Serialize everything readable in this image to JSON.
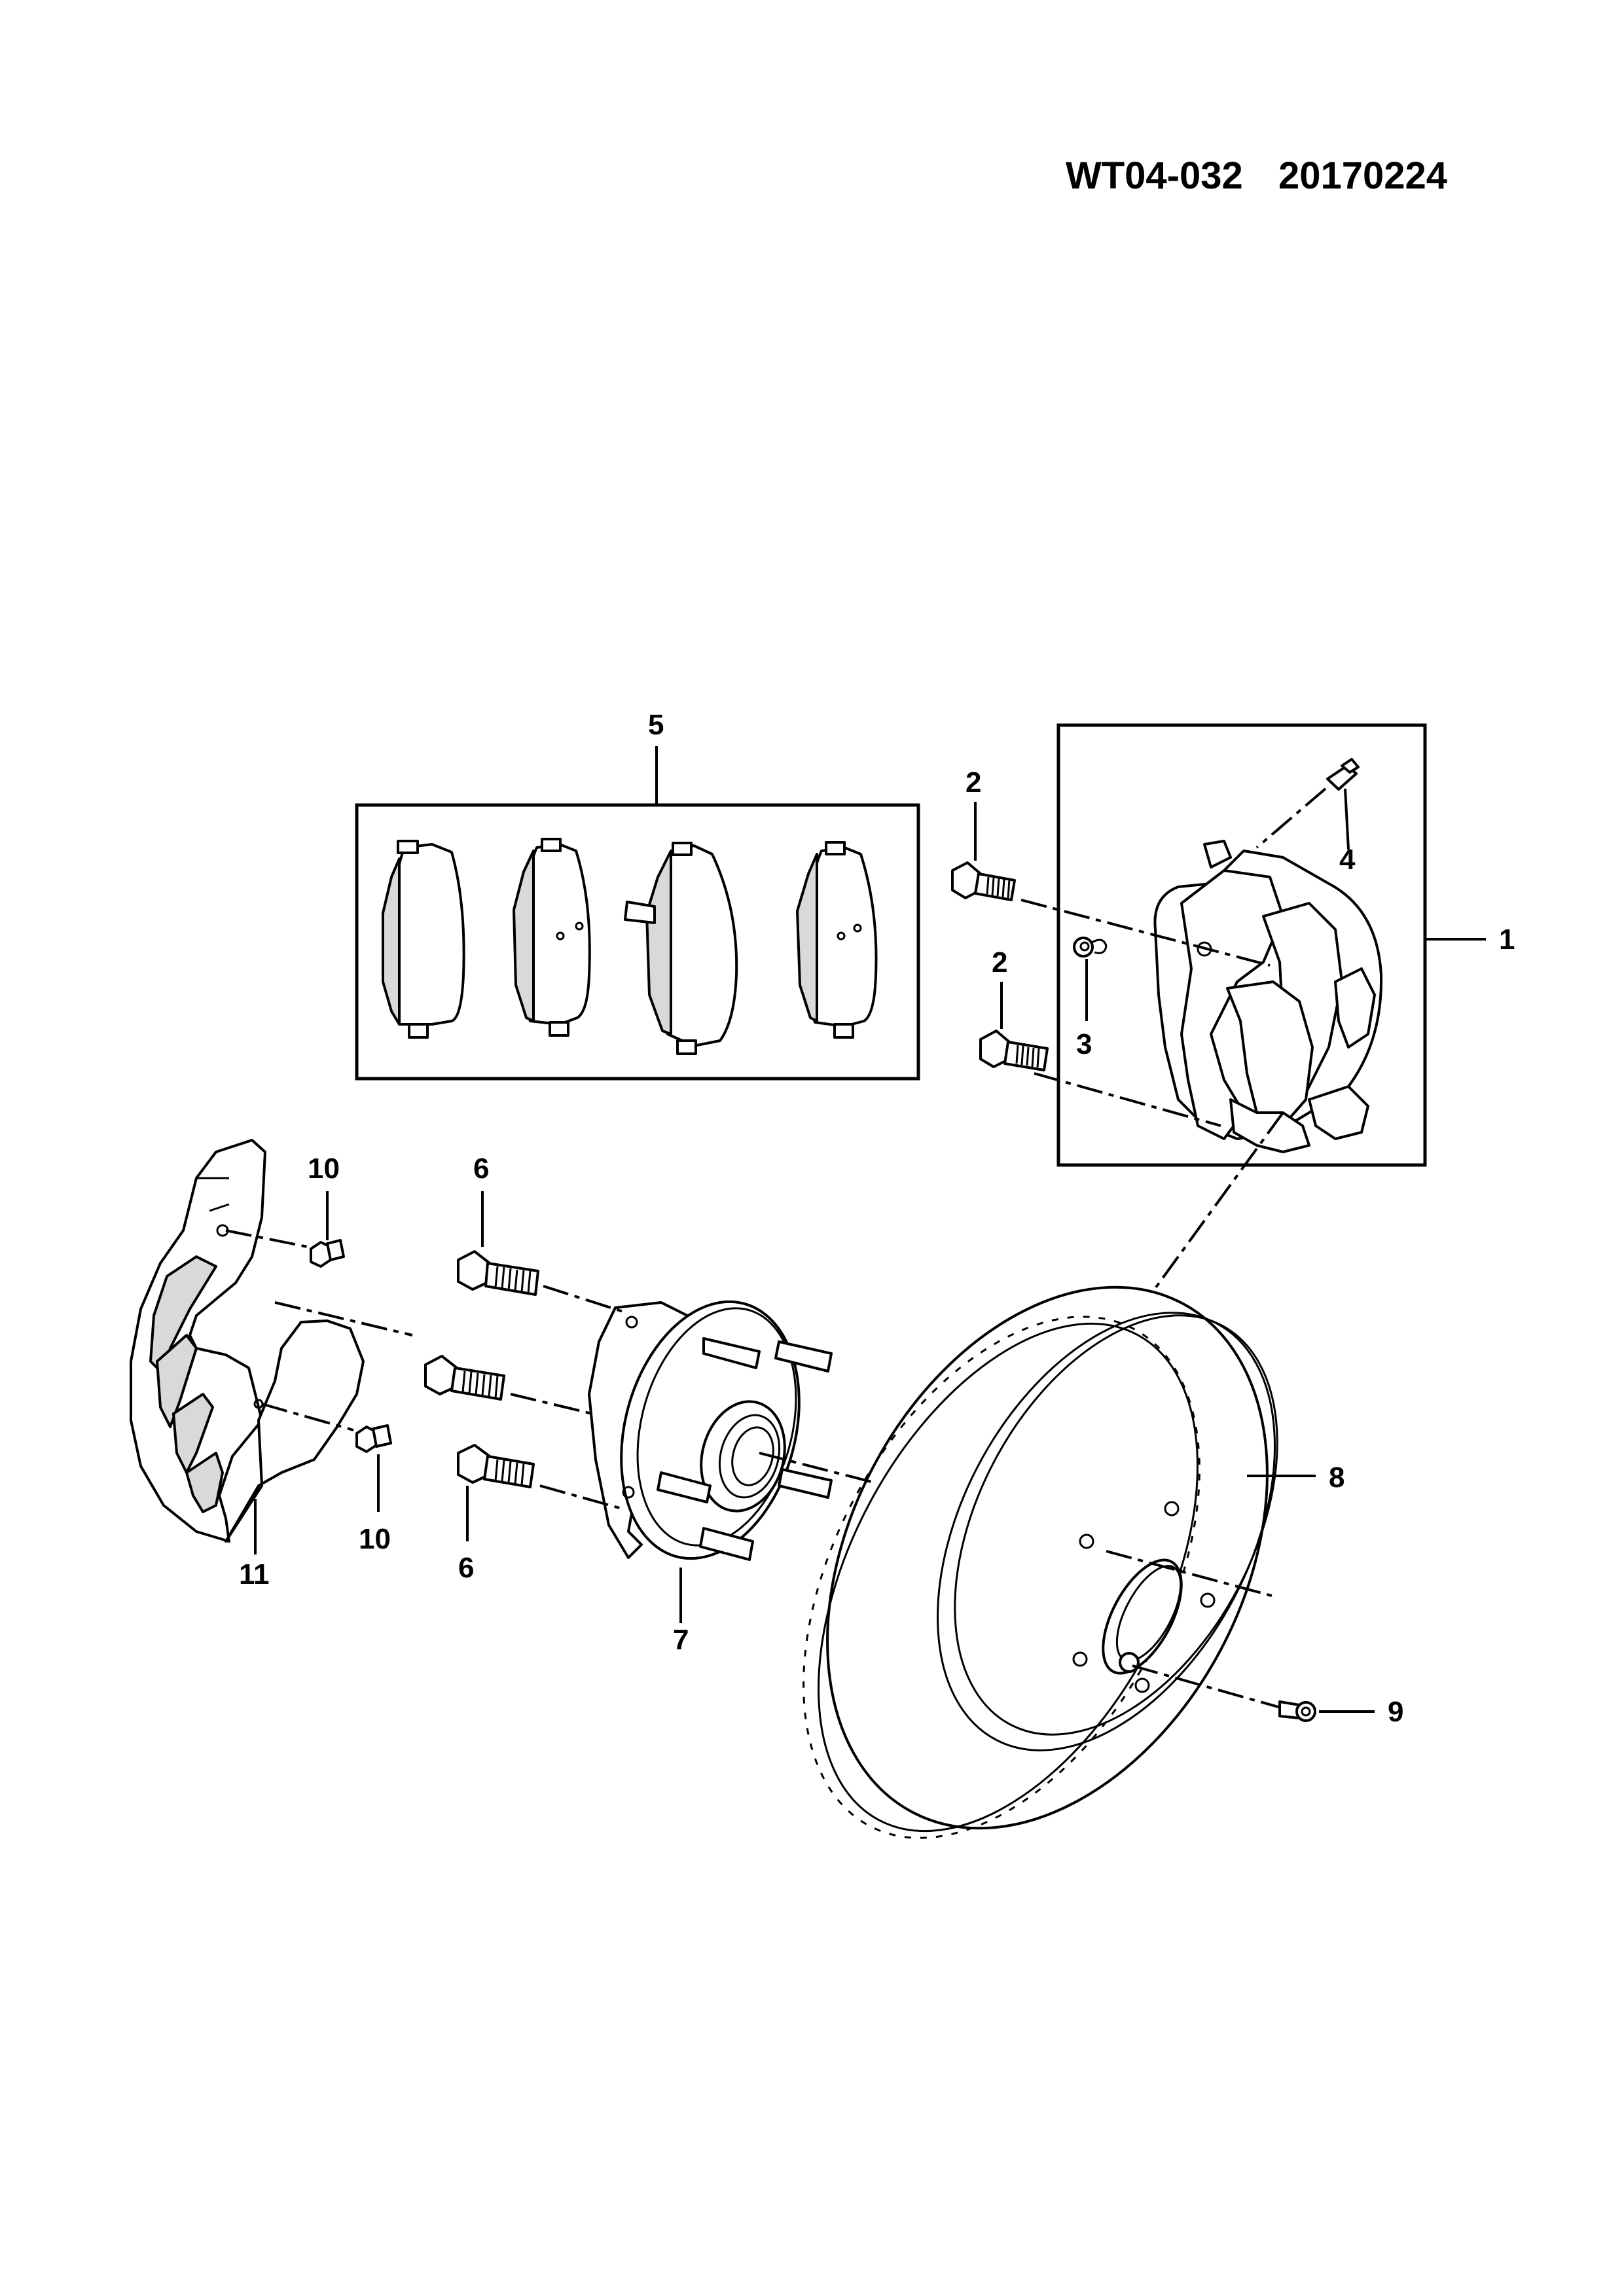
{
  "header": {
    "code": "WT04-032",
    "date": "20170224"
  },
  "callouts": {
    "c1": "1",
    "c2a": "2",
    "c2b": "2",
    "c3": "3",
    "c4": "4",
    "c5": "5",
    "c6a": "6",
    "c6b": "6",
    "c7": "7",
    "c8": "8",
    "c9": "9",
    "c10a": "10",
    "c10b": "10",
    "c11": "11"
  }
}
